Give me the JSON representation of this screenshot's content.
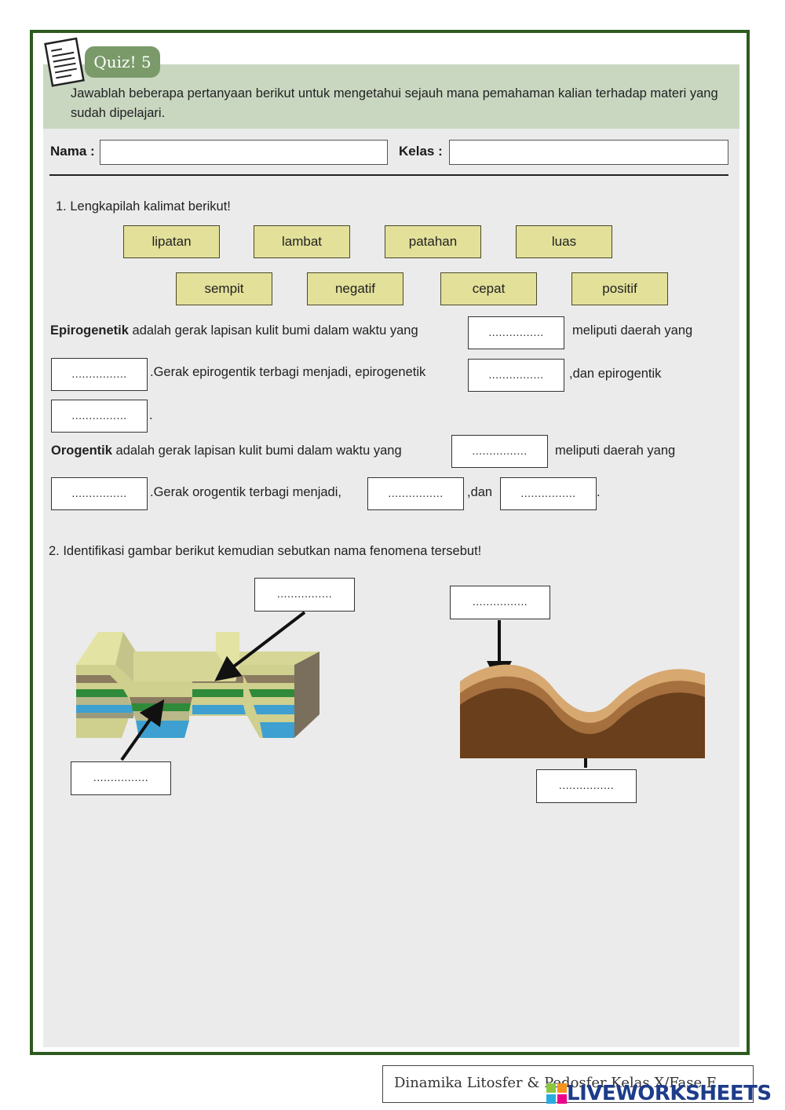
{
  "header": {
    "quiz_title": "Quiz! 5",
    "instructions": "Jawablah beberapa pertanyaan berikut untuk mengetahui sejauh mana pemahaman kalian terhadap materi yang sudah dipelajari."
  },
  "form": {
    "name_label": "Nama :",
    "name_value": "",
    "class_label": "Kelas :",
    "class_value": ""
  },
  "question1": {
    "prompt": "1.  Lengkapilah kalimat berikut!",
    "word_bank": [
      "lipatan",
      "lambat",
      "patahan",
      "luas",
      "sempit",
      "negatif",
      "cepat",
      "positif"
    ],
    "blank_placeholder": "................",
    "epiro_term": "Epirogenetik",
    "epiro_s1": "adalah gerak lapisan kulit bumi dalam waktu yang",
    "epiro_s2": "meliputi daerah yang",
    "epiro_s3": ".Gerak epirogentik terbagi menjadi, epirogenetik",
    "epiro_s4": ",dan epirogentik",
    "epiro_s5": ".",
    "oro_term": "Orogentik",
    "oro_s1": "adalah gerak lapisan kulit bumi dalam waktu yang",
    "oro_s2": "meliputi daerah yang",
    "oro_s3": ".Gerak orogentik terbagi menjadi,",
    "oro_s4": ",dan",
    "oro_s5": "."
  },
  "question2": {
    "prompt": "2. Identifikasi gambar berikut kemudian sebutkan nama fenomena tersebut!"
  },
  "footer": {
    "subject": "Dinamika Litosfer & Pedosfer Kelas X/Fase E",
    "brand": "LIVEWORKSHEETS"
  },
  "colors": {
    "frame": "#2e5a1f",
    "intro_bg": "#c9d7c0",
    "chip_bg": "#e3e09a",
    "quiz_pill": "#7a9a6a"
  }
}
